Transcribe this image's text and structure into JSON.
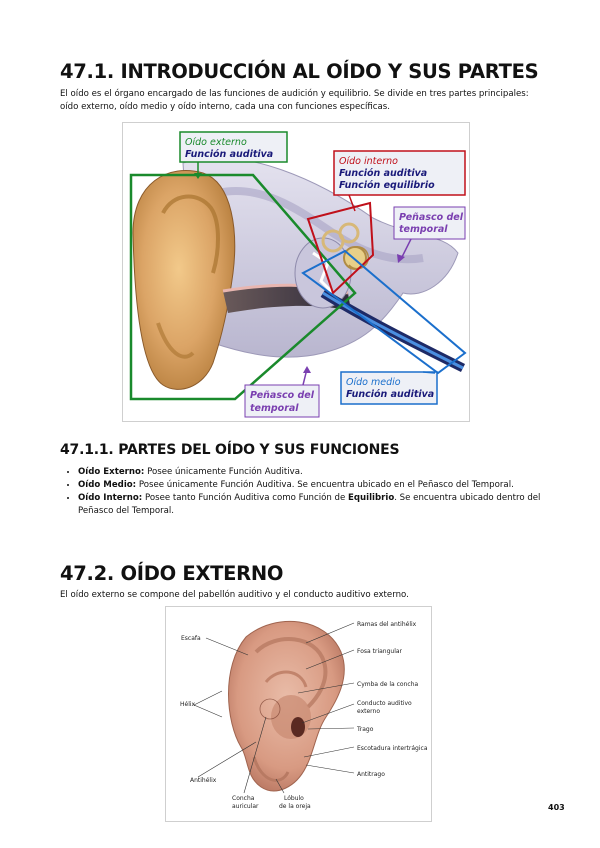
{
  "section1": {
    "title": "47.1. INTRODUCCIÓN AL OÍDO Y SUS PARTES",
    "intro": "El oído es el órgano encargado de las funciones de audición y equilibrio. Se divide en tres partes principales: oído externo, oído medio y oído interno, cada una con funciones específicas."
  },
  "figure1": {
    "labels": {
      "external_title": "Oído externo",
      "external_func": "Función auditiva",
      "internal_title": "Oído interno",
      "internal_func1": "Función auditiva",
      "internal_func2": "Función equilibrio",
      "petrous_top_1": "Peñasco del",
      "petrous_top_2": "temporal",
      "petrous_bottom_1": "Peñasco del",
      "petrous_bottom_2": "temporal",
      "middle_title": "Oído medio",
      "middle_func": "Función auditiva"
    },
    "colors": {
      "external": "#1a8a2c",
      "internal": "#c0101a",
      "middle": "#1b6fcc",
      "petrous": "#7a3fb0",
      "func": "#1a1a7a"
    }
  },
  "subsection": {
    "title": "47.1.1. PARTES DEL OÍDO Y SUS FUNCIONES",
    "items": [
      {
        "term": "Oído Externo:",
        "text": " Posee únicamente Función Auditiva."
      },
      {
        "term": "Oído Medio:",
        "text": " Posee únicamente Función Auditiva. Se encuentra ubicado en el Peñasco del Temporal."
      },
      {
        "term": "Oído Interno:",
        "text_a": " Posee tanto Función Auditiva como Función de ",
        "bold_b": "Equilibrio",
        "text_c": ". Se encuentra ubicado dentro del Peñasco del Temporal."
      }
    ]
  },
  "section2": {
    "title": "47.2. OÍDO EXTERNO",
    "intro": "El oído externo se compone del pabellón auditivo y el conducto auditivo externo."
  },
  "figure2": {
    "labels": {
      "escafa": "Escafa",
      "helix": "Hélix",
      "antihelix": "Antihélix",
      "concha_1": "Concha",
      "concha_2": "auricular",
      "lobulo_1": "Lóbulo",
      "lobulo_2": "de la oreja",
      "ramas": "Ramas del antihélix",
      "fosa": "Fosa triangular",
      "cymba": "Cymba de la concha",
      "conducto_1": "Conducto auditivo",
      "conducto_2": "externo",
      "trago": "Trago",
      "escotadura": "Escotadura intertrágica",
      "antitrago": "Antitrago"
    }
  },
  "page_number": "403"
}
